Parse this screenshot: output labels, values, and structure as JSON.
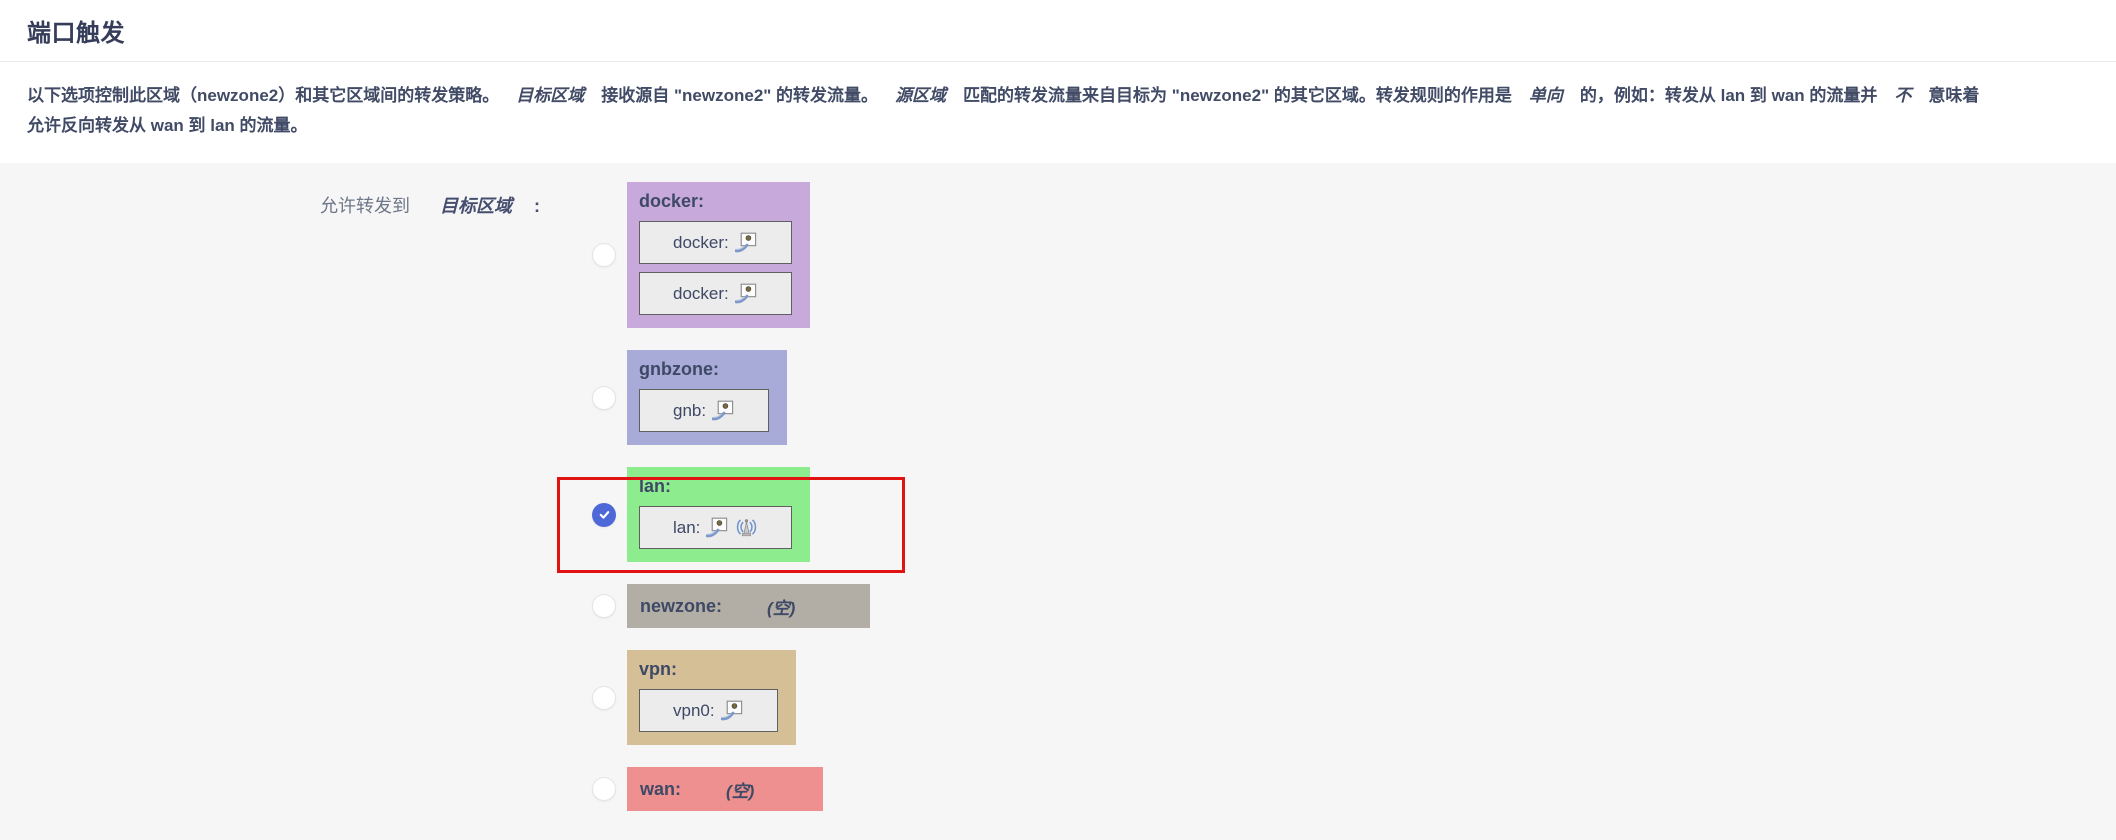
{
  "header": {
    "title": "端口触发"
  },
  "description": {
    "segments": [
      {
        "text": "以下选项控制此区域（newzone2）和其它区域间的转发策略。",
        "em": false
      },
      {
        "text": "目标区域",
        "em": true
      },
      {
        "text": "接收源自 \"newzone2\" 的转发流量。",
        "em": false
      },
      {
        "text": "源区域",
        "em": true
      },
      {
        "text": "匹配的转发流量来自目标为 \"newzone2\" 的其它区域。转发规则的作用是",
        "em": false
      },
      {
        "text": "单向",
        "em": true
      },
      {
        "text": "的，例如：转发从 lan 到 wan 的流量并",
        "em": false
      },
      {
        "text": "不",
        "em": true
      },
      {
        "text": "意味着",
        "em": false,
        "br_after": true
      },
      {
        "text": "允许反向转发从 wan 到 lan 的流量。",
        "em": false
      }
    ]
  },
  "form": {
    "label_text": "允许转发到",
    "label_em": "目标区域",
    "label_colon": ":",
    "empty_label": "(空)",
    "zones": [
      {
        "id": "docker",
        "label": "docker:",
        "color": "#c8a9dc",
        "selected": false,
        "empty": false,
        "networks": [
          {
            "name": "docker:",
            "icons": [
              "ethernet"
            ]
          },
          {
            "name": "docker:",
            "icons": [
              "ethernet"
            ]
          }
        ]
      },
      {
        "id": "gnbzone",
        "label": "gnbzone:",
        "color": "#a8aad8",
        "selected": false,
        "empty": false,
        "networks": [
          {
            "name": "gnb:",
            "icons": [
              "ethernet"
            ]
          }
        ]
      },
      {
        "id": "lan",
        "label": "lan:",
        "color": "#8dec8d",
        "selected": true,
        "empty": false,
        "networks": [
          {
            "name": "lan:",
            "icons": [
              "ethernet",
              "wifi"
            ]
          }
        ]
      },
      {
        "id": "newzone",
        "label": "newzone:",
        "color": "#b2aea5",
        "selected": false,
        "empty": true,
        "networks": []
      },
      {
        "id": "vpn",
        "label": "vpn:",
        "color": "#d5bf97",
        "selected": false,
        "empty": false,
        "networks": [
          {
            "name": "vpn0:",
            "icons": [
              "ethernet"
            ]
          }
        ]
      },
      {
        "id": "wan",
        "label": "wan:",
        "color": "#ee9090",
        "selected": false,
        "empty": true,
        "networks": []
      }
    ]
  },
  "colors": {
    "radio_checked": "#4f68d8",
    "annotation": "#e11212"
  }
}
